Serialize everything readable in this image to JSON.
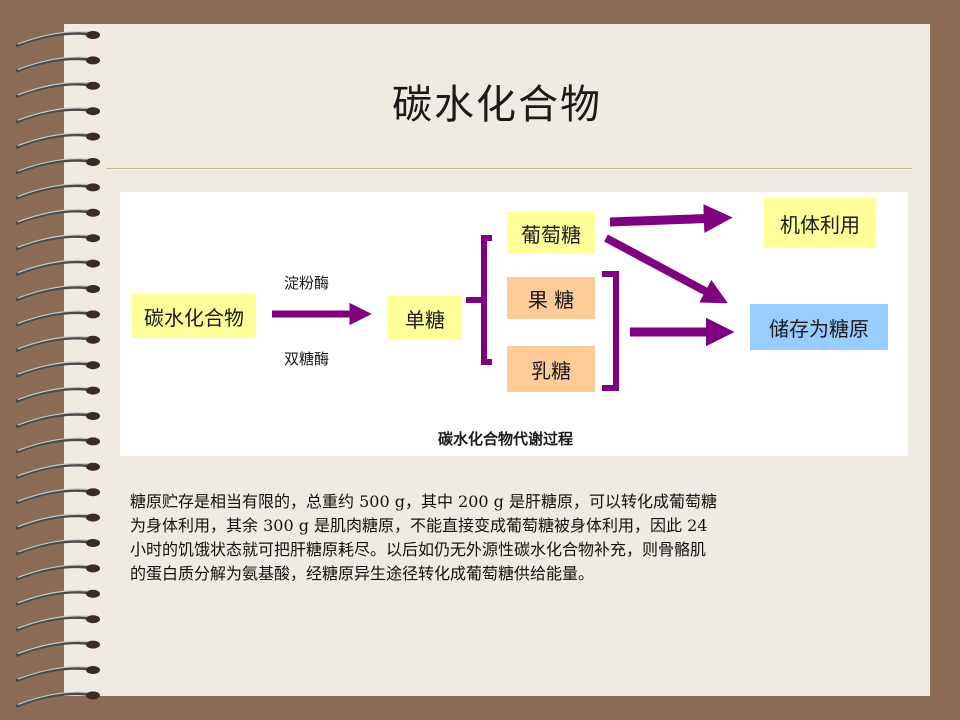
{
  "slide": {
    "title": "碳水化合物",
    "diagram": {
      "source_box": "碳水化合物",
      "enzyme_top": "淀粉酶",
      "enzyme_bottom": "双糖酶",
      "mono_box": "单糖",
      "sugar_1": "葡萄糖",
      "sugar_2": "果  糖",
      "sugar_3": "乳糖",
      "target_use": "机体利用",
      "target_store": "储存为糖原",
      "caption": "碳水化合物代谢过程",
      "colors": {
        "arrow": "#800080",
        "yellow_box": "#ffff99",
        "peach_box": "#ffcc99",
        "blue_box": "#99ccff"
      }
    },
    "body_lines": [
      "糖原贮存是相当有限的，总重约 500 g，其中 200 g 是肝糖原，可以转化成葡萄糖",
      "为身体利用，其余 300 g 是肌肉糖原，不能直接变成葡萄糖被身体利用，因此 24",
      "小时的饥饿状态就可把肝糖原耗尽。以后如仍无外源性碳水化合物补充，则骨骼肌",
      "的蛋白质分解为氨基酸，经糖原异生途径转化成葡萄糖供给能量。"
    ]
  }
}
